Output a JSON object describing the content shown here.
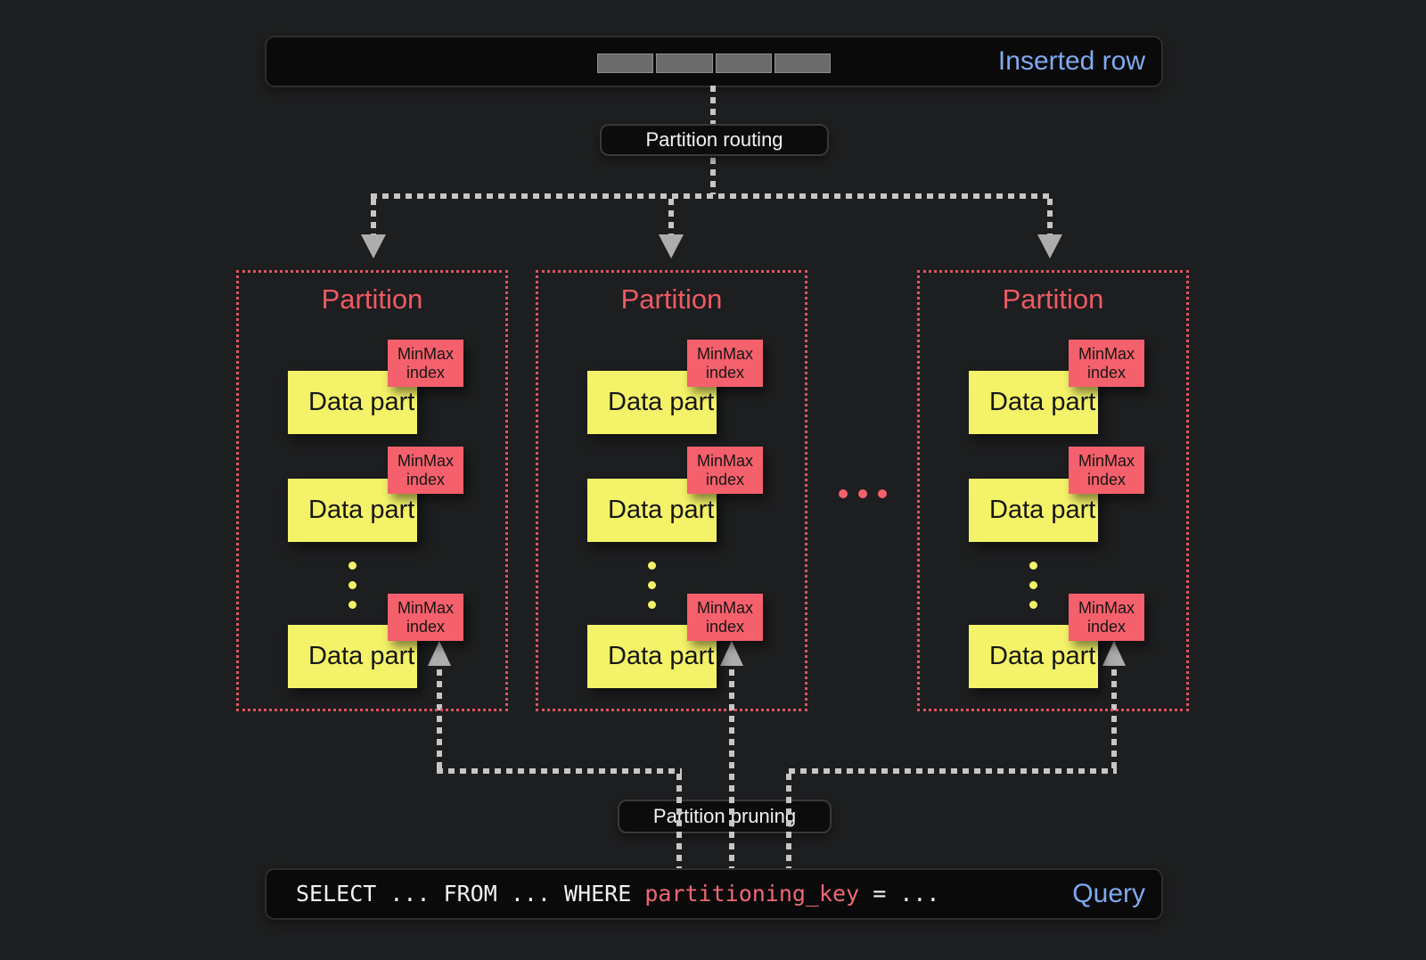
{
  "colors": {
    "red": "#ee5a64",
    "tag_red": "#f4606b",
    "border_red": "#e0545e",
    "key_red": "#ef6873",
    "yellow": "#f3f268",
    "blue": "#7faaf0",
    "line_gray": "#c6c6c6",
    "arrow_gray": "#adadad"
  },
  "inserted_row": {
    "label": "Inserted row",
    "segment_count": 4
  },
  "routing": {
    "label": "Partition routing"
  },
  "pruning": {
    "label": "Partition pruning"
  },
  "more_partitions_dots": 3,
  "partitions": [
    {
      "title": "Partition",
      "more_parts_dots": 3,
      "parts": [
        {
          "tag": "MinMax\nindex",
          "name": "Data part"
        },
        {
          "tag": "MinMax\nindex",
          "name": "Data part"
        },
        {
          "tag": "MinMax\nindex",
          "name": "Data part"
        }
      ]
    },
    {
      "title": "Partition",
      "more_parts_dots": 3,
      "parts": [
        {
          "tag": "MinMax\nindex",
          "name": "Data part"
        },
        {
          "tag": "MinMax\nindex",
          "name": "Data part"
        },
        {
          "tag": "MinMax\nindex",
          "name": "Data part"
        }
      ]
    },
    {
      "title": "Partition",
      "more_parts_dots": 3,
      "parts": [
        {
          "tag": "MinMax\nindex",
          "name": "Data part"
        },
        {
          "tag": "MinMax\nindex",
          "name": "Data part"
        },
        {
          "tag": "MinMax\nindex",
          "name": "Data part"
        }
      ]
    }
  ],
  "query": {
    "sql_prefix": "SELECT ... FROM ... WHERE ",
    "sql_key": "partitioning_key",
    "sql_suffix": " = ...",
    "label": "Query"
  }
}
